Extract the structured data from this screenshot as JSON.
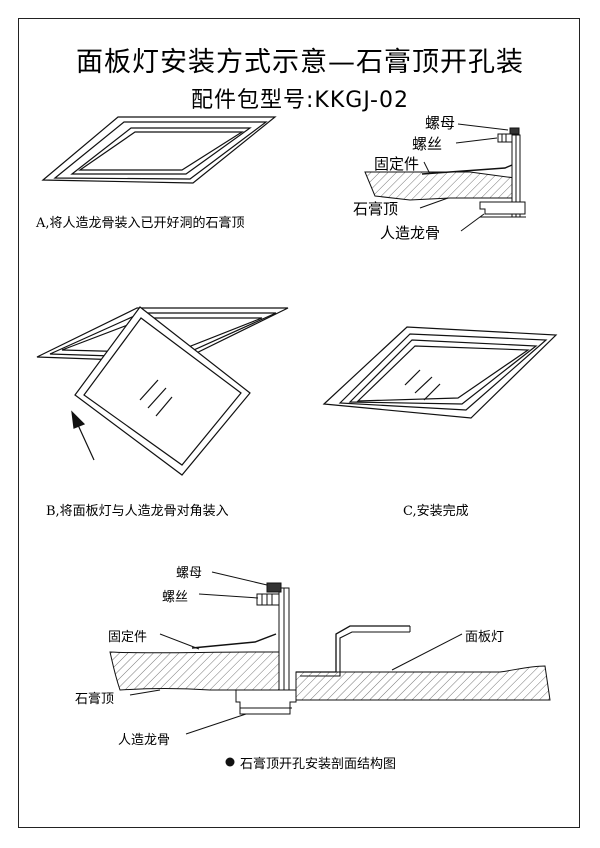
{
  "title": "面板灯安装方式示意—石膏顶开孔装",
  "subtitle": "配件包型号:KKGJ-02",
  "steps": [
    {
      "caption": "A,将人造龙骨装入已开好洞的石膏顶"
    },
    {
      "caption": "B,将面板灯与人造龙骨对角装入"
    },
    {
      "caption": "C,安装完成"
    }
  ],
  "detail_small": {
    "nut": "螺母",
    "screw": "螺丝",
    "fixing_part": "固定件",
    "gypsum_ceiling": "石膏顶",
    "artificial_keel": "人造龙骨"
  },
  "detail_large": {
    "nut": "螺母",
    "screw": "螺丝",
    "fixing_part": "固定件",
    "panel_light": "面板灯",
    "gypsum_ceiling": "石膏顶",
    "artificial_keel": "人造龙骨",
    "caption": "石膏顶开孔安装剖面结构图"
  }
}
